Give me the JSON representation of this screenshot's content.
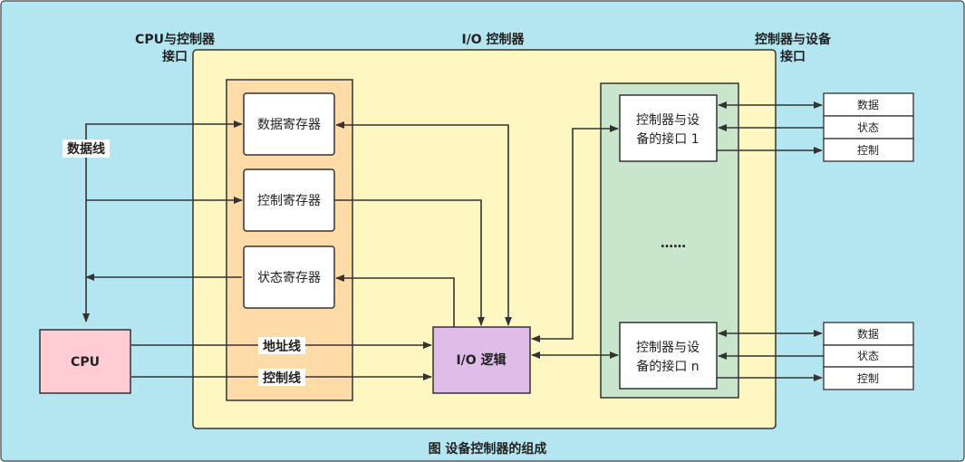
{
  "labels": {
    "cpu_interface_line1": "CPU与控制器",
    "cpu_interface_line2": "接口",
    "io_controller": "I/O 控制器",
    "device_interface_line1": "控制器与设备",
    "device_interface_line2": "接口",
    "caption": "图 设备控制器的组成",
    "data_line": "数据线",
    "address_line": "地址线",
    "control_line": "控制线"
  },
  "cpu": {
    "label": "CPU"
  },
  "registers": {
    "data": "数据寄存器",
    "control": "控制寄存器",
    "status": "状态寄存器"
  },
  "io_logic": {
    "label": "I/O 逻辑"
  },
  "device_interfaces": {
    "first_line1": "控制器与设",
    "first_line2": "备的接口 1",
    "last_line1": "控制器与设",
    "last_line2": "备的接口 n",
    "ellipsis": "……"
  },
  "signals_top": [
    "数据",
    "状态",
    "控制"
  ],
  "signals_bottom": [
    "数据",
    "状态",
    "控制"
  ],
  "colors": {
    "background": "#b3e6f0",
    "io_controller_fill": "#fff7c2",
    "register_panel_fill": "#ffdba8",
    "device_panel_fill": "#c9e6cc",
    "cpu_fill": "#ffccd3",
    "io_logic_fill": "#e0bce8"
  }
}
